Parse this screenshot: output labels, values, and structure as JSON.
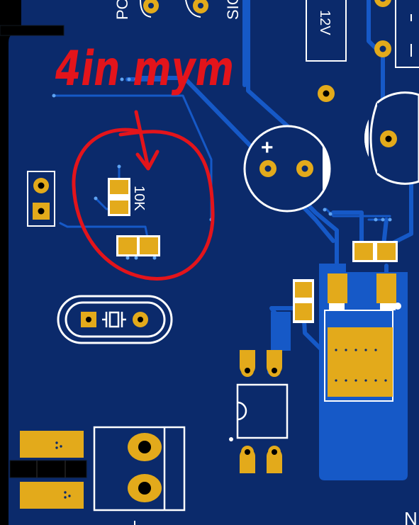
{
  "annotation": {
    "text": "4in mym",
    "color": "#e3141b"
  },
  "labels": {
    "resistor_value": "10K",
    "power_label": "12V",
    "cap_plus": "+",
    "top_left_fragment": "PO",
    "top_mid_fragment": "SIG",
    "bottom_right_fragment": "N"
  },
  "colors": {
    "board": "#0b2a6b",
    "copper": "#1659c7",
    "pad": "#e3aa1b",
    "silkscreen": "#ffffff",
    "background": "#000000",
    "annotation": "#e3141b"
  }
}
